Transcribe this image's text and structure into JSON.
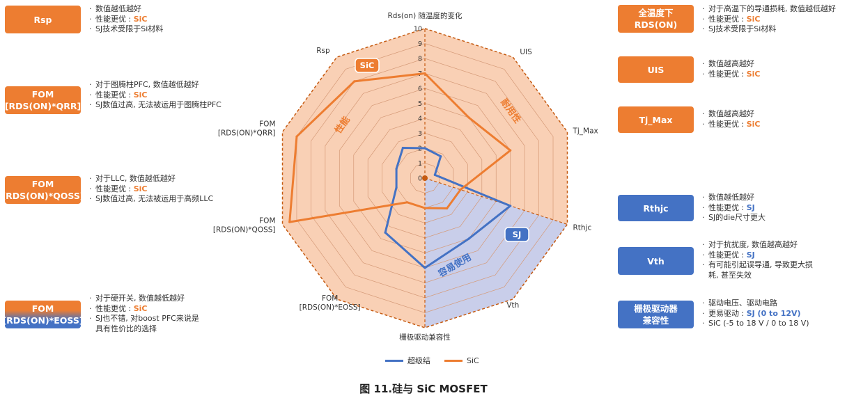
{
  "chart_data": {
    "type": "radar",
    "axes": [
      {
        "label": "Rds(on) 随温度的变化"
      },
      {
        "label": "UIS"
      },
      {
        "label": "Tj_Max"
      },
      {
        "label": "Rthjc"
      },
      {
        "label": "Vth"
      },
      {
        "label": "栅极驱动兼容性"
      },
      {
        "label": "FOM\n[RDS(ON)*EOSS]"
      },
      {
        "label": "FOM\n[RDS(ON)*QOSS]"
      },
      {
        "label": "FOM\n[RDS(ON)*QRR]"
      },
      {
        "label": "Rsp"
      }
    ],
    "rlim": [
      0,
      10
    ],
    "ticks": [
      "0",
      "1",
      "2",
      "3",
      "4",
      "5",
      "6",
      "7",
      "8",
      "9",
      "10"
    ],
    "series": [
      {
        "name": "超级结",
        "color": "#4472C4",
        "values": [
          2,
          1.8,
          0.7,
          6,
          5,
          6,
          4.5,
          2,
          2,
          2.5
        ]
      },
      {
        "name": "SiC",
        "color": "#ED7D31",
        "values": [
          7,
          5,
          6,
          2.5,
          2.5,
          2,
          2,
          9.5,
          9,
          8
        ]
      }
    ],
    "regions": [
      {
        "label": "性能",
        "color": "#ED7D31"
      },
      {
        "label": "耐用性",
        "color": "#ED7D31"
      },
      {
        "label": "容易使用",
        "color": "#4472C4"
      }
    ],
    "tags": [
      {
        "label": "SiC",
        "color": "#ED7D31"
      },
      {
        "label": "SJ",
        "color": "#4472C4"
      }
    ],
    "grid": true
  },
  "left_items": [
    {
      "badge": "Rsp",
      "notes": [
        [
          "数值越低越好"
        ],
        [
          "性能更优 : ",
          "SiC"
        ],
        [
          "SJ技术受限于Si材料"
        ]
      ]
    },
    {
      "badge": "FOM\n[RDS(ON)*QRR]",
      "notes": [
        [
          "对于图腾柱PFC, 数值越低越好"
        ],
        [
          "性能更优 : ",
          "SiC"
        ],
        [
          "SJ数值过高, 无法被运用于图腾柱PFC"
        ]
      ]
    },
    {
      "badge": "FOM\n[RDS(ON)*QOSS]",
      "notes": [
        [
          "对于LLC, 数值越低越好"
        ],
        [
          "性能更优 : ",
          "SiC"
        ],
        [
          "SJ数值过高, 无法被运用于高频LLC"
        ]
      ]
    },
    {
      "badge": "FOM\n[RDS(ON)*EOSS]",
      "notes": [
        [
          "对于硬开关, 数值越低越好"
        ],
        [
          "性能更优 : ",
          "SiC"
        ],
        [
          "SJ也不错, 对boost PFC来说是\n具有性价比的选择"
        ]
      ]
    }
  ],
  "right_items": [
    {
      "badge": "全温度下\nRDS(ON)",
      "notes": [
        [
          "对于高温下的导通损耗, 数值越低越好"
        ],
        [
          "性能更优 : ",
          "SiC"
        ],
        [
          "SJ技术受限于Si材料"
        ]
      ]
    },
    {
      "badge": "UIS",
      "notes": [
        [
          "数值越高越好"
        ],
        [
          "性能更优 : ",
          "SiC"
        ]
      ]
    },
    {
      "badge": "Tj_Max",
      "notes": [
        [
          "数值越高越好"
        ],
        [
          "性能更优 : ",
          "SiC"
        ]
      ]
    },
    {
      "badge": "Rthjc",
      "notes": [
        [
          "数值越低越好"
        ],
        [
          "性能更优 : ",
          "SJ"
        ],
        [
          "SJ的die尺寸更大"
        ]
      ]
    },
    {
      "badge": "Vth",
      "notes": [
        [
          "对于抗扰度, 数值越高越好"
        ],
        [
          "性能更优 : ",
          "SJ"
        ],
        [
          "有可能引起误导通, 导致更大损\n耗, 甚至失效"
        ]
      ]
    },
    {
      "badge": "栅极驱动器\n兼容性",
      "notes": [
        [
          "驱动电压、驱动电路"
        ],
        [
          "更易驱动 : ",
          "SJ (0 to 12V)"
        ],
        [
          "SiC (-5 to 18 V / 0 to 18 V)"
        ]
      ]
    }
  ],
  "legend": [
    {
      "label": "超级结",
      "color": "#4472C4"
    },
    {
      "label": "SiC",
      "color": "#ED7D31"
    }
  ],
  "caption": "图 11.硅与 SiC MOSFET"
}
